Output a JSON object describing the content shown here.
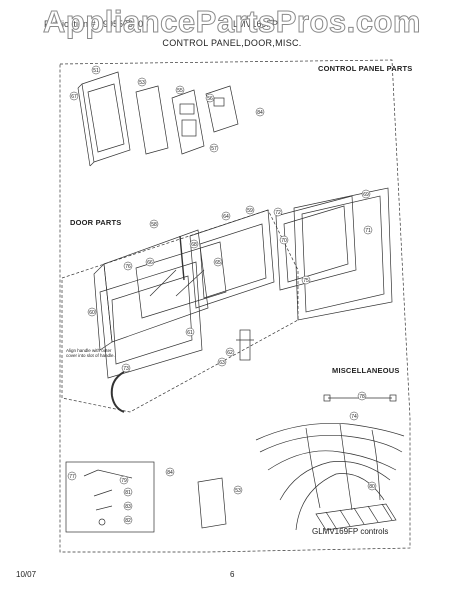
{
  "watermark": "AppliancePartsPros.com",
  "header": {
    "left_text": "Publication # 5995509205",
    "right_text": "GLMV169FP",
    "subtitle": "CONTROL PANEL,DOOR,MISC."
  },
  "sections": {
    "control_panel": "CONTROL PANEL PARTS",
    "door": "DOOR  PARTS",
    "misc": "MISCELLANEOUS"
  },
  "callouts": {
    "c51": "51",
    "c53": "53",
    "c55": "55",
    "c56": "56",
    "c57": "57",
    "c58": "58",
    "c59": "59",
    "c60": "60",
    "c61": "61",
    "c62": "62",
    "c63": "63",
    "c64": "64",
    "c65": "65",
    "c66": "66",
    "c67": "67",
    "c68": "68",
    "c69": "69",
    "c70": "70",
    "c71": "71",
    "c72": "72",
    "c73": "73",
    "c74": "74",
    "c75": "75",
    "c76": "76",
    "c77": "77",
    "c78": "78",
    "c79": "79",
    "c80": "80",
    "c81": "81",
    "c82": "82",
    "c83": "83",
    "c84": "84"
  },
  "door_note": "Align handle with outer cover into slot of handle.",
  "caption": "GLMV169FP controls",
  "footer": {
    "date": "10/07",
    "page": "6"
  }
}
